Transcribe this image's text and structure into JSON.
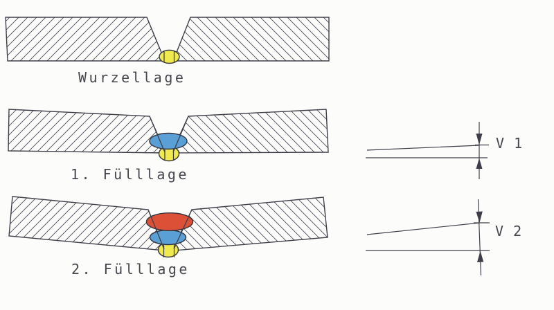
{
  "figure": {
    "panels": [
      {
        "id": "wurzellage",
        "label": "Wurzellage",
        "beads": [
          "root"
        ]
      },
      {
        "id": "fuelllage-1",
        "label": "1. Fülllage",
        "beads": [
          "root",
          "fill1"
        ]
      },
      {
        "id": "fuelllage-2",
        "label": "2. Fülllage",
        "beads": [
          "root",
          "fill1",
          "fill2"
        ]
      }
    ],
    "angle_markers": [
      {
        "id": "v1",
        "label": "V 1"
      },
      {
        "id": "v2",
        "label": "V 2"
      }
    ],
    "colors": {
      "root_bead": "#f0ea4e",
      "fill_bead_1": "#5aa0d7",
      "fill_bead_2": "#dc5037",
      "outline": "#3e3e4a",
      "background": "#fcfcfa"
    }
  }
}
